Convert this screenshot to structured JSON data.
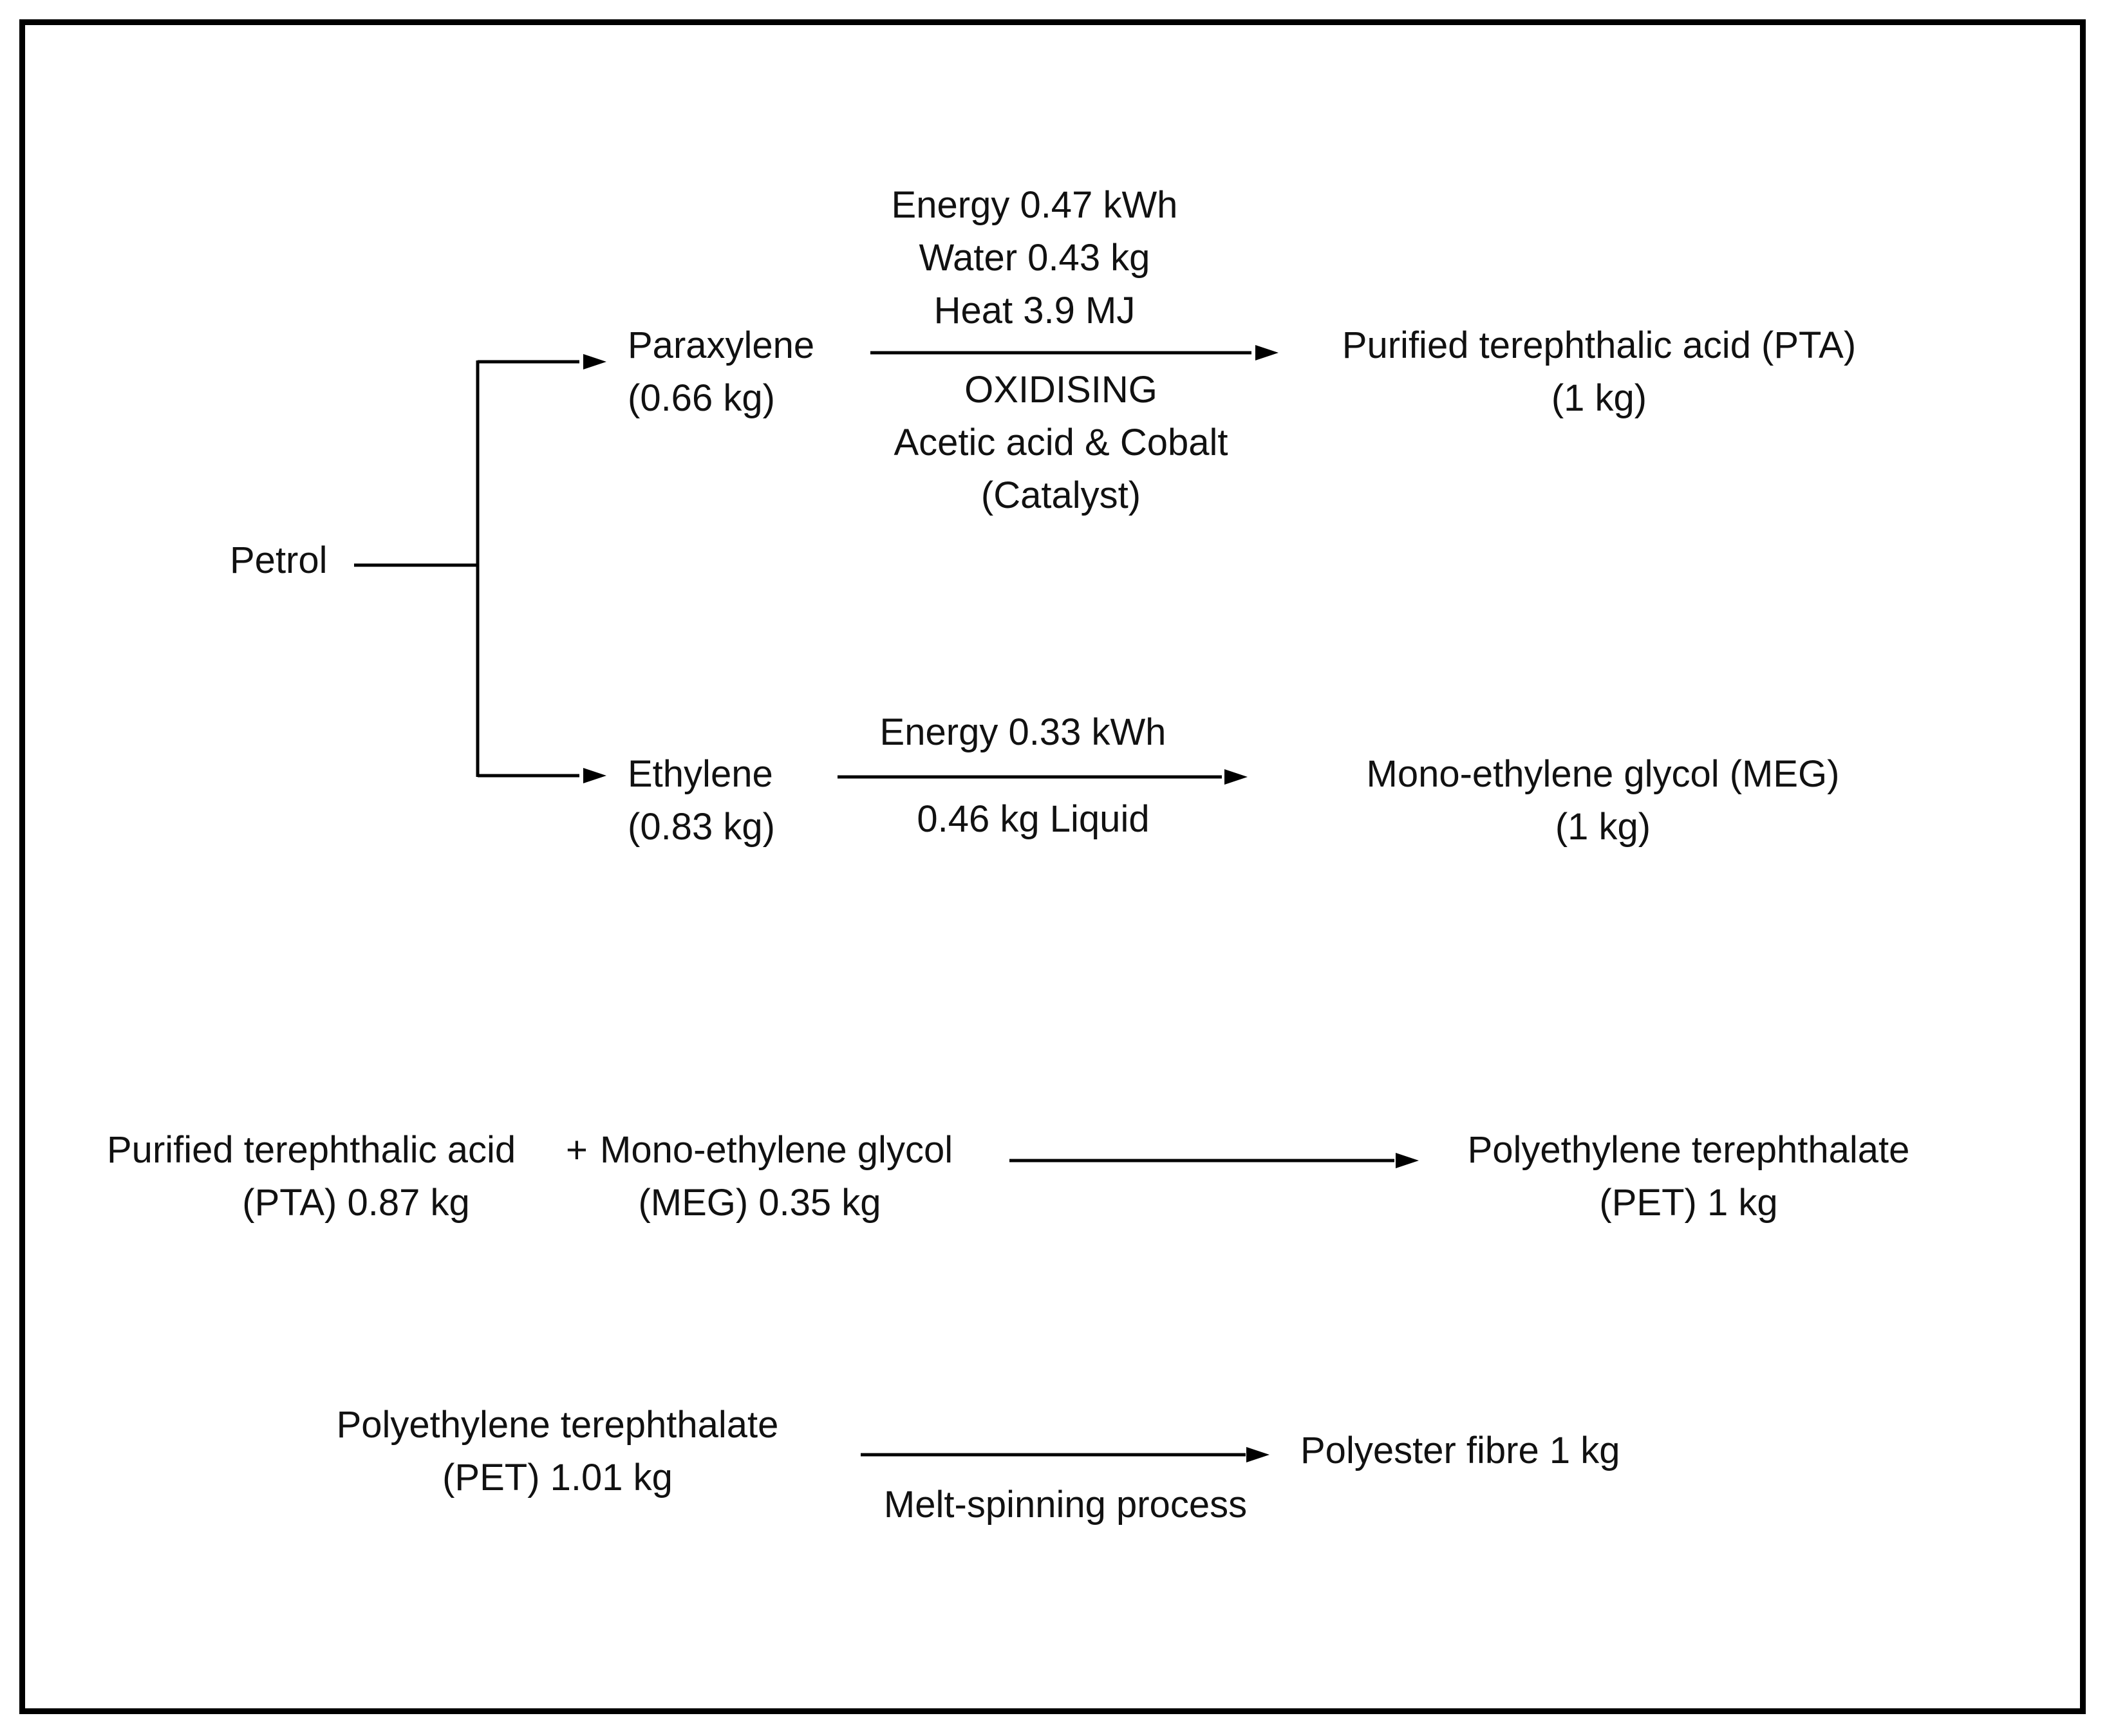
{
  "source": {
    "label": "Petrol"
  },
  "branches": {
    "paraxylene": {
      "name": "Paraxylene",
      "amount": "(0.66 kg)",
      "inputs": [
        "Energy 0.47 kWh",
        "Water 0.43 kg",
        "Heat 3.9 MJ"
      ],
      "process": [
        "OXIDISING",
        "Acetic acid & Cobalt",
        "(Catalyst)"
      ],
      "product_name": "Purified terephthalic acid (PTA)",
      "product_amount": "(1 kg)"
    },
    "ethylene": {
      "name": "Ethylene",
      "amount": "(0.83 kg)",
      "inputs": [
        "Energy 0.33 kWh"
      ],
      "process": [
        "0.46 kg Liquid"
      ],
      "product_name": "Mono-ethylene glycol (MEG)",
      "product_amount": "(1 kg)"
    }
  },
  "pet_step": {
    "input_a_line1": "Purified terephthalic acid",
    "plus": "+",
    "input_b_line1": "Mono-ethylene glycol",
    "input_a_line2": "(PTA) 0.87 kg",
    "input_b_line2": "(MEG) 0.35 kg",
    "output_line1": "Polyethylene terephthalate",
    "output_line2": "(PET) 1 kg"
  },
  "fibre_step": {
    "input_line1": "Polyethylene terephthalate",
    "input_line2": "(PET) 1.01 kg",
    "process": "Melt-spinning process",
    "output": "Polyester fibre 1 kg"
  }
}
